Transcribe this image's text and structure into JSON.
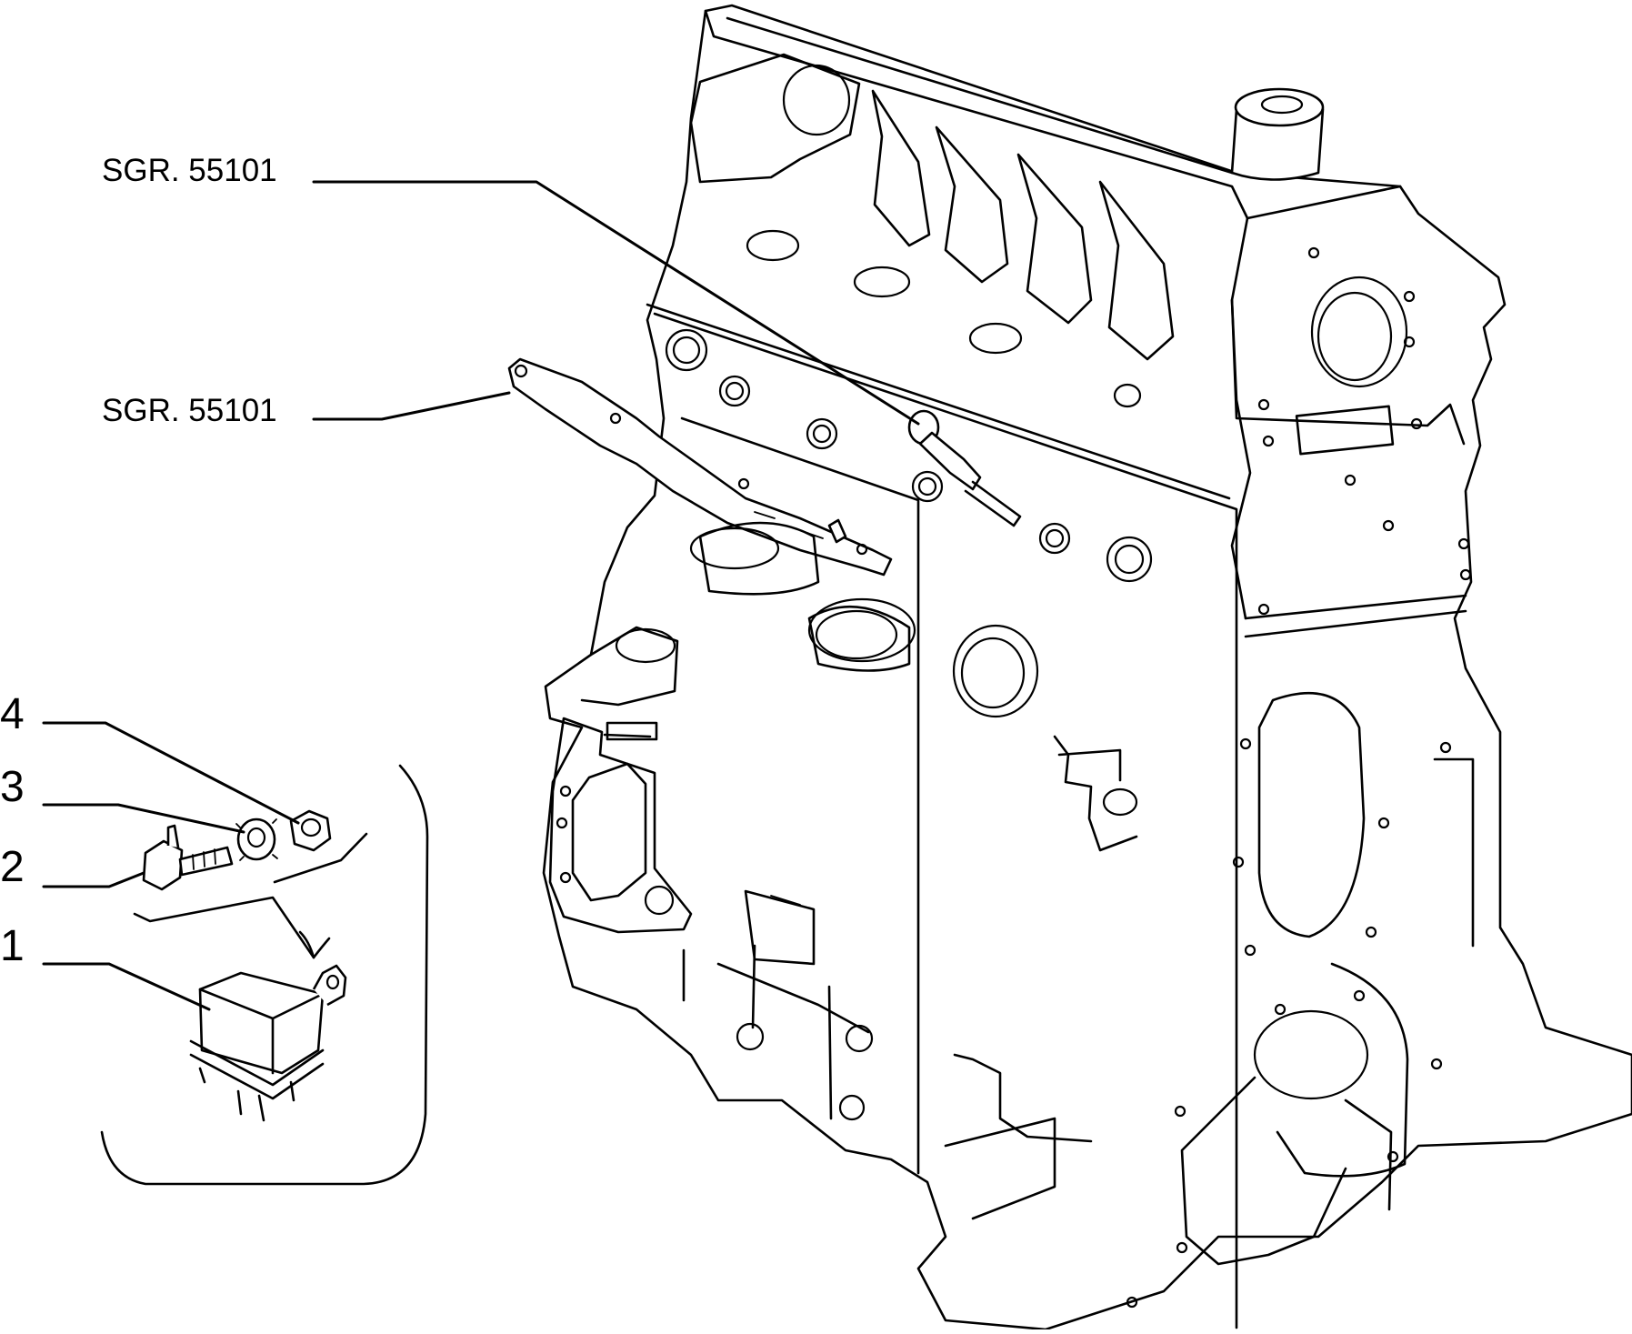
{
  "references": {
    "upper": "SGR. 55101",
    "lower": "SGR. 55101"
  },
  "callouts": [
    "4",
    "3",
    "2",
    "1"
  ]
}
